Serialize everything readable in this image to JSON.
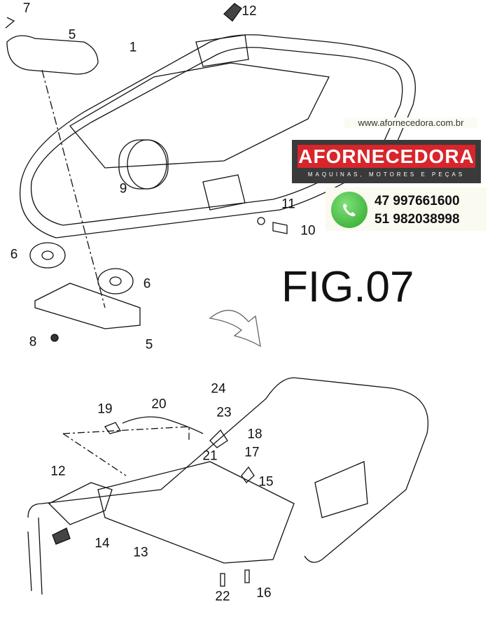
{
  "figure_label": "FIG.07",
  "website": "www.afornecedora.com.br",
  "brand": {
    "name": "AFORNECEDORA",
    "tagline": "MAQUINAS, MOTORES E PEÇAS",
    "color": "#d8252b"
  },
  "phones": [
    "47 997661600",
    "51 982038998"
  ],
  "callouts_top": [
    "7",
    "5",
    "1",
    "12",
    "9",
    "11",
    "10",
    "6",
    "6",
    "8",
    "5"
  ],
  "callouts_bottom": [
    "24",
    "23",
    "20",
    "19",
    "18",
    "17",
    "21",
    "15",
    "12",
    "14",
    "13",
    "22",
    "16"
  ]
}
